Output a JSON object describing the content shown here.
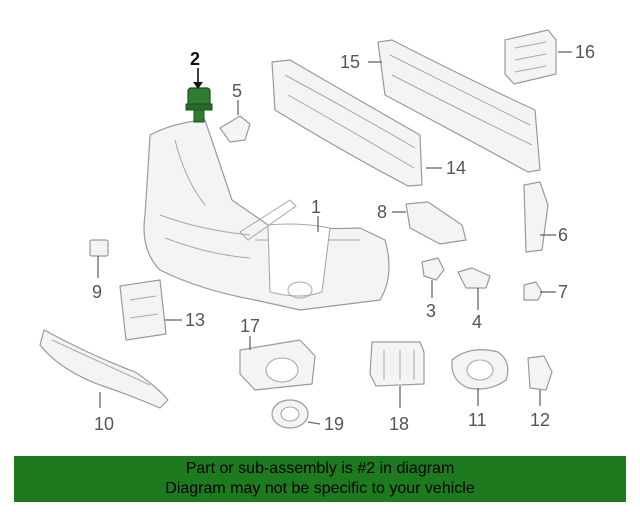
{
  "diagram": {
    "highlighted_part": "2",
    "callouts": [
      {
        "id": "1",
        "label": "1"
      },
      {
        "id": "2",
        "label": "2"
      },
      {
        "id": "3",
        "label": "3"
      },
      {
        "id": "4",
        "label": "4"
      },
      {
        "id": "5",
        "label": "5"
      },
      {
        "id": "6",
        "label": "6"
      },
      {
        "id": "7",
        "label": "7"
      },
      {
        "id": "8",
        "label": "8"
      },
      {
        "id": "9",
        "label": "9"
      },
      {
        "id": "10",
        "label": "10"
      },
      {
        "id": "11",
        "label": "11"
      },
      {
        "id": "12",
        "label": "12"
      },
      {
        "id": "13",
        "label": "13"
      },
      {
        "id": "14",
        "label": "14"
      },
      {
        "id": "15",
        "label": "15"
      },
      {
        "id": "16",
        "label": "16"
      },
      {
        "id": "17",
        "label": "17"
      },
      {
        "id": "18",
        "label": "18"
      },
      {
        "id": "19",
        "label": "19"
      }
    ],
    "colors": {
      "highlight_part": "#2e7d32",
      "banner": "#1e7a1e"
    }
  },
  "footer": {
    "line1": "Part or sub-assembly is #2 in diagram",
    "line2": "Diagram may not be specific to your vehicle"
  }
}
